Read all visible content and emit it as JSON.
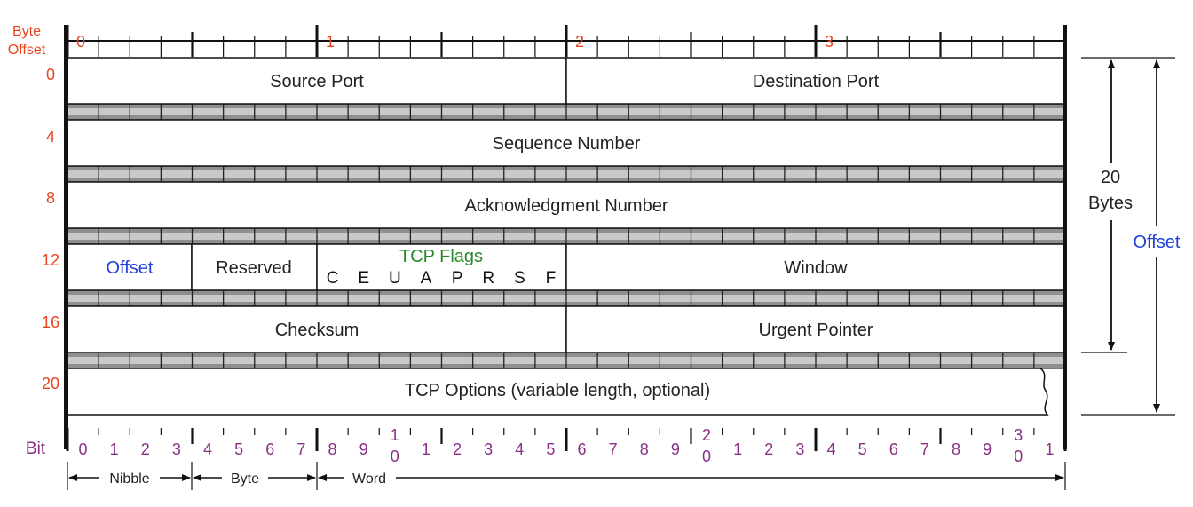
{
  "colors": {
    "offset_text": "#e8451e",
    "bit_text": "#8a2f86",
    "flags_title": "#2a8a2a",
    "blue_text": "#1f3fd9",
    "divider_fill": "#8f8f8f",
    "line": "#111111"
  },
  "header": {
    "byte_offset_line1": "Byte",
    "byte_offset_line2": "Offset",
    "byte_numbers": [
      "0",
      "1",
      "2",
      "3"
    ]
  },
  "row_offsets": [
    "0",
    "4",
    "8",
    "12",
    "16",
    "20"
  ],
  "rows": {
    "source_port": "Source Port",
    "destination_port": "Destination Port",
    "sequence_number": "Sequence Number",
    "acknowledgment_number": "Acknowledgment Number",
    "offset": "Offset",
    "reserved": "Reserved",
    "tcp_flags_title": "TCP Flags",
    "tcp_flags_letters": [
      "C",
      "E",
      "U",
      "A",
      "P",
      "R",
      "S",
      "F"
    ],
    "window": "Window",
    "checksum": "Checksum",
    "urgent_pointer": "Urgent Pointer",
    "tcp_options": "TCP Options (variable length, optional)"
  },
  "right_annotations": {
    "header_size_number": "20",
    "header_size_unit": "Bytes",
    "offset_label": "Offset"
  },
  "bit_axis": {
    "label": "Bit",
    "bits": [
      "0",
      "1",
      "2",
      "3",
      "4",
      "5",
      "6",
      "7",
      "8",
      "9",
      "1\n0",
      "1",
      "2",
      "3",
      "4",
      "5",
      "6",
      "7",
      "8",
      "9",
      "2\n0",
      "1",
      "2",
      "3",
      "4",
      "5",
      "6",
      "7",
      "8",
      "9",
      "3\n0",
      "1"
    ]
  },
  "legend": {
    "nibble": "Nibble",
    "byte": "Byte",
    "word": "Word"
  }
}
